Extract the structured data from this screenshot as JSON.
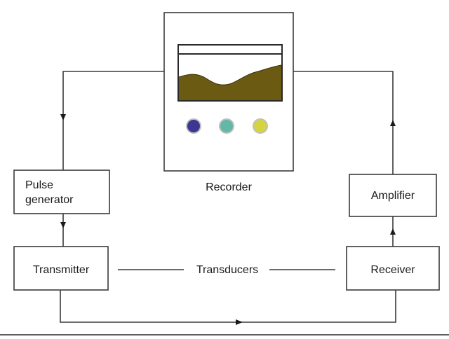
{
  "diagram": {
    "recorder_label": "Recorder",
    "pulse_generator_line1": "Pulse",
    "pulse_generator_line2": "generator",
    "transmitter_label": "Transmitter",
    "amplifier_label": "Amplifier",
    "receiver_label": "Receiver",
    "transducers_label": "Transducers"
  },
  "colors": {
    "line": "#3a3a3a",
    "trace_fill": "#6b5a12",
    "indicator_blue": "#3c3790",
    "indicator_teal": "#63b7a6",
    "indicator_yellow": "#d4d440",
    "indicator_rim": "#bfbfbf"
  },
  "icons": [
    "right-arrow-icon",
    "up-arrow-icon",
    "down-arrow-icon"
  ]
}
